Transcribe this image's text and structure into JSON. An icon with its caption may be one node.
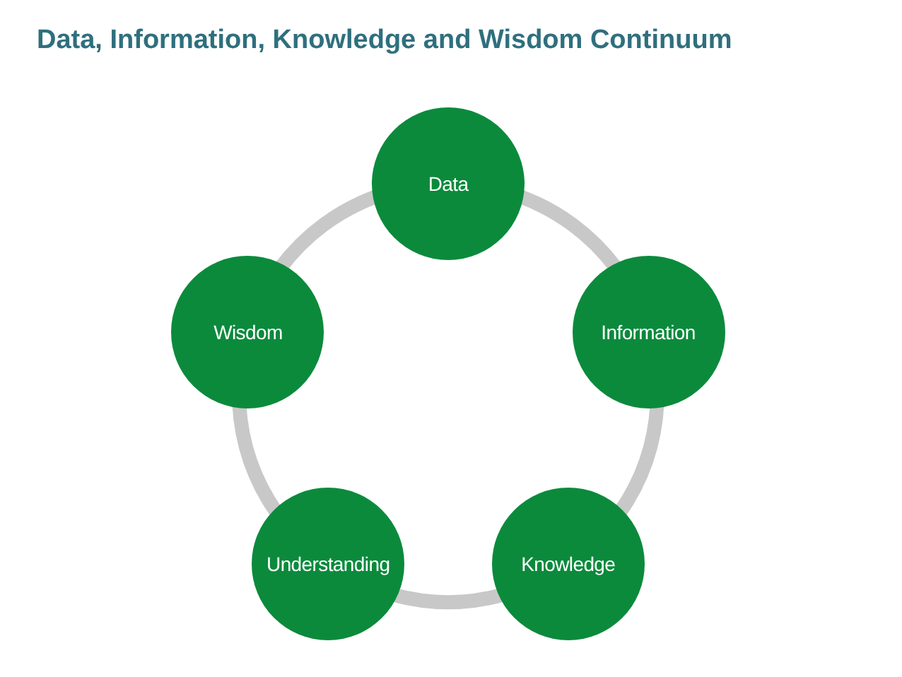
{
  "diagram": {
    "title": "Data, Information, Knowledge and Wisdom Continuum",
    "nodes": [
      {
        "text": [
          "Data"
        ]
      },
      {
        "text": [
          "Information"
        ]
      },
      {
        "text": [
          "Knowledge"
        ]
      },
      {
        "text": [
          "Understanding"
        ]
      },
      {
        "text": [
          "Wisdom"
        ]
      }
    ],
    "edges": [
      {
        "from": 0,
        "to": 1,
        "arrow": "none"
      },
      {
        "from": 1,
        "to": 2,
        "arrow": "none"
      },
      {
        "from": 2,
        "to": 3,
        "arrow": "none"
      },
      {
        "from": 3,
        "to": 4,
        "arrow": "none"
      },
      {
        "from": 4,
        "to": 0,
        "arrow": "none"
      }
    ]
  }
}
